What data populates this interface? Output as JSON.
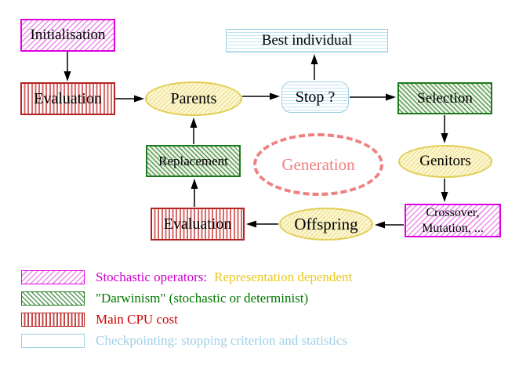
{
  "nodes": {
    "initialisation": "Initialisation",
    "evaluation_top": "Evaluation",
    "parents": "Parents",
    "best_individual": "Best individual",
    "stop": "Stop ?",
    "selection": "Selection",
    "genitors": "Genitors",
    "crossover_line1": "Crossover,",
    "crossover_line2": "Mutation, ...",
    "offspring": "Offspring",
    "evaluation_bottom": "Evaluation",
    "replacement": "Replacement",
    "generation": "Generation"
  },
  "legend": {
    "items": [
      {
        "swatch": "magenta-diagonal-hatch",
        "label": "Stochastic operators:",
        "label_color": "#cc00cc",
        "label_suffix": "Representation dependent",
        "suffix_color": "#e8c81e"
      },
      {
        "swatch": "green-diagonal-hatch",
        "label": "\"Darwinism\" (stochastic or determinist)",
        "label_color": "#007800"
      },
      {
        "swatch": "red-vertical-stripes",
        "label": "Main CPU cost",
        "label_color": "#cc0000"
      },
      {
        "swatch": "cyan-horizontal-stripes",
        "label": "Checkpointing: stopping criterion and statistics",
        "label_color": "#9fcfe8"
      }
    ]
  },
  "colors": {
    "magenta_border": "#e000e0",
    "green_border": "#1e7a1e",
    "red_border": "#b22222",
    "cyan_border": "#9ccfe3",
    "yellow_border": "#e2cd52",
    "salmon": "#f08080",
    "background": "#ffffff"
  }
}
